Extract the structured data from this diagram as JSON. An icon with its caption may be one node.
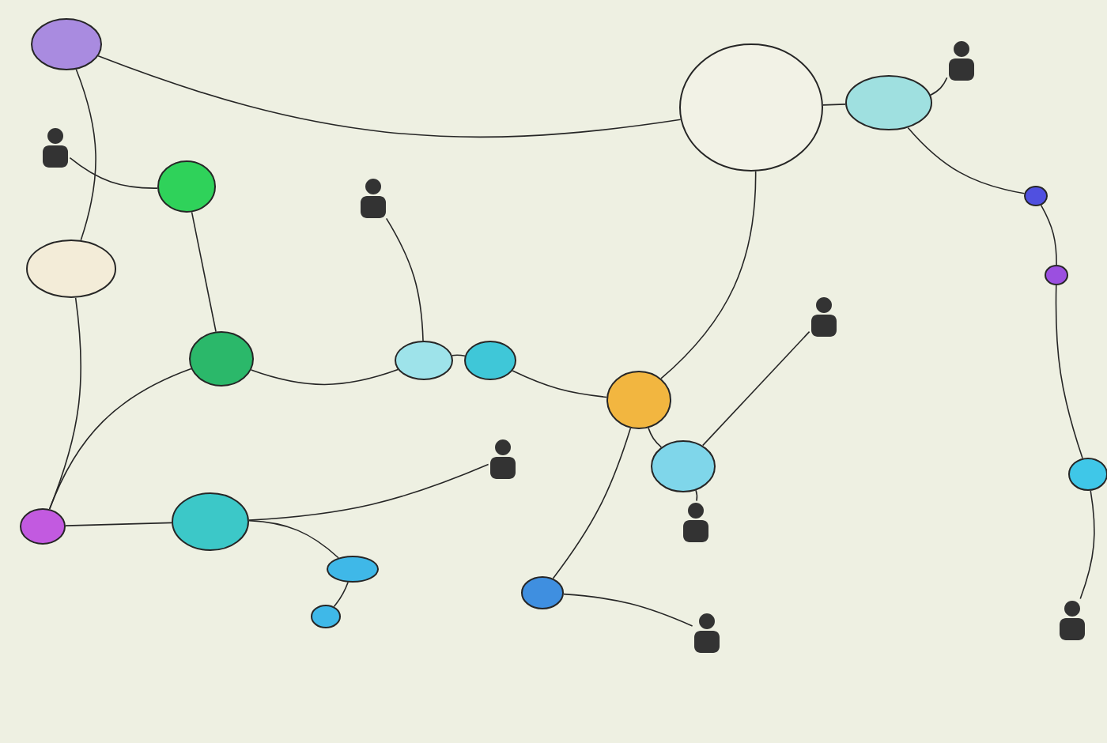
{
  "diagram": {
    "nodes": [
      {
        "text": [],
        "shape": "circle"
      },
      {
        "text": [],
        "shape": "circle"
      },
      {
        "text": [],
        "shape": "circle"
      },
      {
        "text": [],
        "shape": "circle"
      },
      {
        "text": [],
        "shape": "circle"
      },
      {
        "text": [],
        "shape": "circle"
      },
      {
        "text": [],
        "shape": "circle"
      },
      {
        "text": [],
        "shape": "circle"
      },
      {
        "text": [],
        "shape": "circle"
      },
      {
        "text": [],
        "shape": "circle"
      },
      {
        "text": [],
        "shape": "circle"
      },
      {
        "text": [],
        "shape": "circle"
      },
      {
        "text": [],
        "shape": "circle"
      },
      {
        "text": [],
        "shape": "circle"
      },
      {
        "text": [],
        "shape": "circle"
      },
      {
        "text": [],
        "shape": "circle"
      },
      {
        "text": [],
        "shape": "circle"
      },
      {
        "text": [],
        "shape": "circle"
      },
      {
        "text": [],
        "shape": "person"
      },
      {
        "text": [],
        "shape": "person"
      },
      {
        "text": [],
        "shape": "person"
      },
      {
        "text": [],
        "shape": "person"
      },
      {
        "text": [],
        "shape": "person"
      },
      {
        "text": [],
        "shape": "person"
      },
      {
        "text": [],
        "shape": "person"
      },
      {
        "text": [],
        "shape": "person"
      }
    ],
    "edges": [
      {
        "from": 0,
        "to": 2,
        "arrow": "none"
      },
      {
        "from": 0,
        "to": 3,
        "arrow": "none"
      },
      {
        "from": 1,
        "to": 5,
        "arrow": "none"
      },
      {
        "from": 2,
        "to": 11,
        "arrow": "none"
      },
      {
        "from": 5,
        "to": 6,
        "arrow": "none"
      },
      {
        "from": 6,
        "to": 7,
        "arrow": "none"
      },
      {
        "from": 7,
        "to": 8,
        "arrow": "none"
      },
      {
        "from": 3,
        "to": 4,
        "arrow": "none"
      },
      {
        "from": 3,
        "to": 8,
        "arrow": "none"
      },
      {
        "from": 8,
        "to": 9,
        "arrow": "none"
      },
      {
        "from": 11,
        "to": 10,
        "arrow": "none"
      },
      {
        "from": 10,
        "to": 12,
        "arrow": "none"
      },
      {
        "from": 12,
        "to": 13,
        "arrow": "none"
      },
      {
        "from": 4,
        "to": 16,
        "arrow": "none"
      },
      {
        "from": 16,
        "to": 17,
        "arrow": "none"
      },
      {
        "from": 17,
        "to": 15,
        "arrow": "none"
      },
      {
        "from": 8,
        "to": 14,
        "arrow": "none"
      },
      {
        "from": 9,
        "to": 23,
        "arrow": "none"
      },
      {
        "from": 4,
        "to": 20,
        "arrow": "none"
      },
      {
        "from": 1,
        "to": 18,
        "arrow": "none"
      },
      {
        "from": 6,
        "to": 19,
        "arrow": "none"
      },
      {
        "from": 14,
        "to": 24,
        "arrow": "none"
      },
      {
        "from": 10,
        "to": 22,
        "arrow": "none"
      },
      {
        "from": 9,
        "to": 21,
        "arrow": "none"
      },
      {
        "from": 15,
        "to": 25,
        "arrow": "none"
      },
      {
        "from": 5,
        "to": 11,
        "arrow": "none"
      }
    ]
  }
}
